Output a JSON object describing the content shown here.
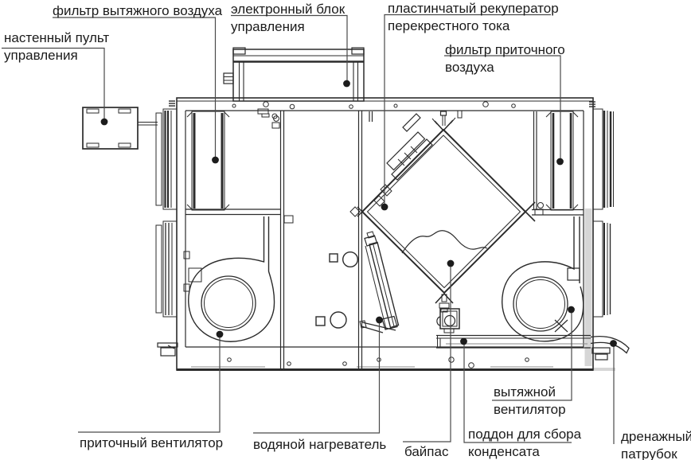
{
  "colors": {
    "background": "#ffffff",
    "line": "#2b2b2b",
    "leader": "#4a4a4a",
    "text": "#1b1b1b",
    "dot": "#1c1c1c",
    "shadow": "#d6d6d6"
  },
  "labels": {
    "exhaust_filter": {
      "line1": "фильтр вытяжного воздуха"
    },
    "wall_controller": {
      "line1": "настенный пульт",
      "line2": "управления"
    },
    "control_unit": {
      "line1": "электронный блок",
      "line2": "управления"
    },
    "recuperator": {
      "line1": "пластинчатый рекуператор",
      "line2": "перекрестного тока"
    },
    "supply_filter": {
      "line1": "фильтр приточного",
      "line2": "воздуха"
    },
    "supply_fan": {
      "line1": "приточный вентилятор"
    },
    "water_heater": {
      "line1": "водяной нагреватель"
    },
    "bypass": {
      "line1": "байпас"
    },
    "exhaust_fan": {
      "line1": "вытяжной",
      "line2": "вентилятор"
    },
    "condensate_pan": {
      "line1": "поддон для сбора",
      "line2": "конденсата"
    },
    "drain_pipe": {
      "line1": "дренажный",
      "line2": "патрубок"
    }
  }
}
